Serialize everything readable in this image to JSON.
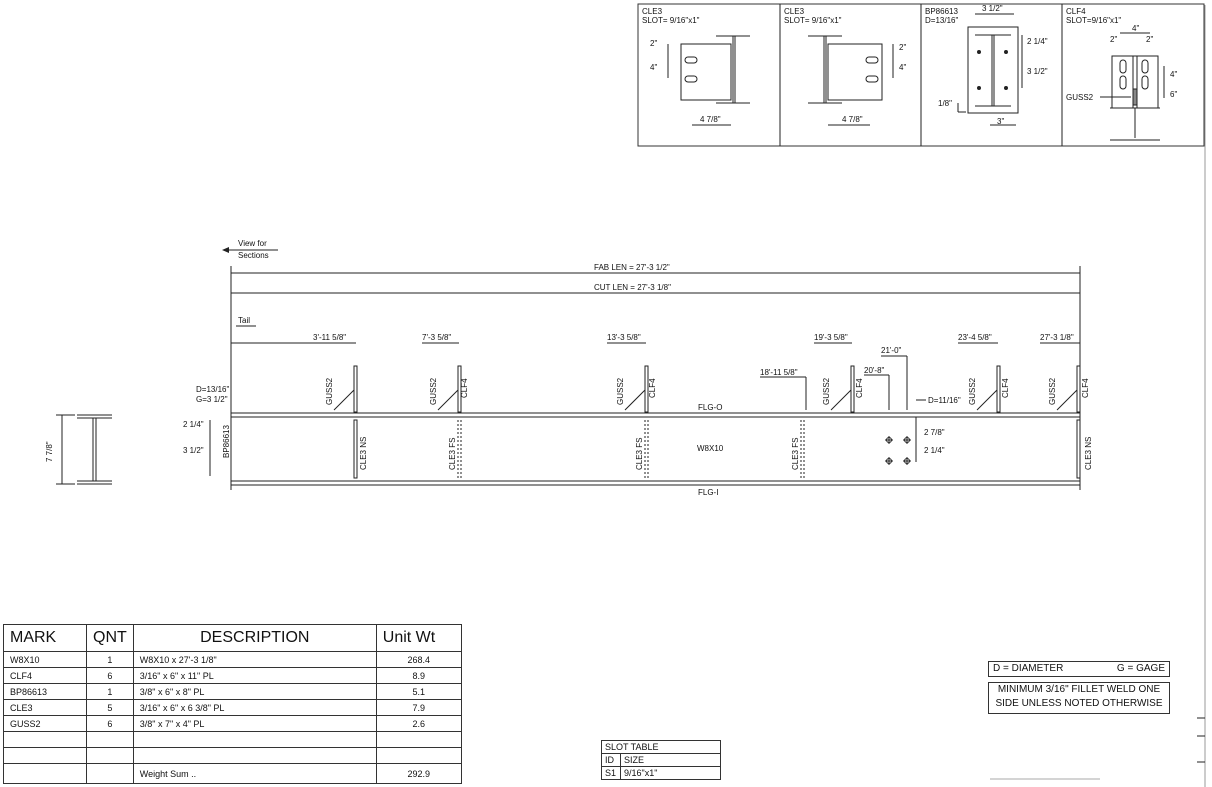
{
  "details": [
    {
      "title": "CLE3",
      "sub": "SLOT= 9/16\"x1\"",
      "dims": [
        "2\"",
        "4\"",
        "4 7/8\""
      ]
    },
    {
      "title": "CLE3",
      "sub": "SLOT= 9/16\"x1\"",
      "dims": [
        "2\"",
        "4\"",
        "4 7/8\""
      ]
    },
    {
      "title": "BP86613",
      "sub": "D=13/16\"",
      "dims": [
        "3 1/2\"",
        "2 1/4\"",
        "3 1/2\"",
        "1/8\"",
        "3\""
      ]
    },
    {
      "title": "CLF4",
      "sub": "SLOT=9/16\"x1\"",
      "dims": [
        "4\"",
        "2\"",
        "2\"",
        "4\"",
        "6\"",
        "GUSS2"
      ]
    }
  ],
  "elevation": {
    "view_note": [
      "View for",
      "Sections"
    ],
    "fab_len": "FAB LEN = 27'-3 1/2\"",
    "cut_len": "CUT LEN = 27'-3 1/8\"",
    "tail": "Tail",
    "dims": [
      "3'-11 5/8\"",
      "7'-3 5/8\"",
      "13'-3 5/8\"",
      "18'-11 5/8\"",
      "19'-3 5/8\"",
      "20'-8\"",
      "21'-0\"",
      "23'-4 5/8\"",
      "27'-3 1/8\""
    ],
    "hole_note": [
      "D=13/16\"",
      "G=3 1/2\""
    ],
    "left_dims": [
      "2 1/4\"",
      "3 1/2\""
    ],
    "right_hole": [
      "D=11/16\"",
      "2 7/8\"",
      "2 1/4\""
    ],
    "flg_o": "FLG-O",
    "flg_i": "FLG-I",
    "member": "W8X10",
    "bp": "BP86613",
    "guss": "GUSS2",
    "clf": "CLF4",
    "cle_ns": "CLE3 NS",
    "cle_fs": "CLE3 FS",
    "section_depth": "7 7/8\""
  },
  "bom": {
    "headers": [
      "MARK",
      "QNT",
      "DESCRIPTION",
      "Unit Wt"
    ],
    "rows": [
      [
        "W8X10",
        "1",
        "W8X10 x 27'-3 1/8\"",
        "268.4"
      ],
      [
        "CLF4",
        "6",
        "3/16\" x 6\" x 11\" PL",
        "8.9"
      ],
      [
        "BP86613",
        "1",
        "3/8\" x 6\" x 8\" PL",
        "5.1"
      ],
      [
        "CLE3",
        "5",
        "3/16\" x 6\" x 6 3/8\" PL",
        "7.9"
      ],
      [
        "GUSS2",
        "6",
        "3/8\" x 7\" x 4\" PL",
        "2.6"
      ],
      [
        "",
        "",
        "",
        ""
      ]
    ],
    "sum_label": "Weight Sum ..",
    "sum_value": "292.9"
  },
  "slot_table": {
    "title": "SLOT TABLE",
    "headers": [
      "ID",
      "SIZE"
    ],
    "row": [
      "S1",
      "9/16\"x1\""
    ]
  },
  "notes": {
    "legend_d": "D = DIAMETER",
    "legend_g": "G = GAGE",
    "weld": [
      "MINIMUM 3/16\" FILLET WELD ONE",
      "SIDE UNLESS NOTED OTHERWISE"
    ]
  }
}
